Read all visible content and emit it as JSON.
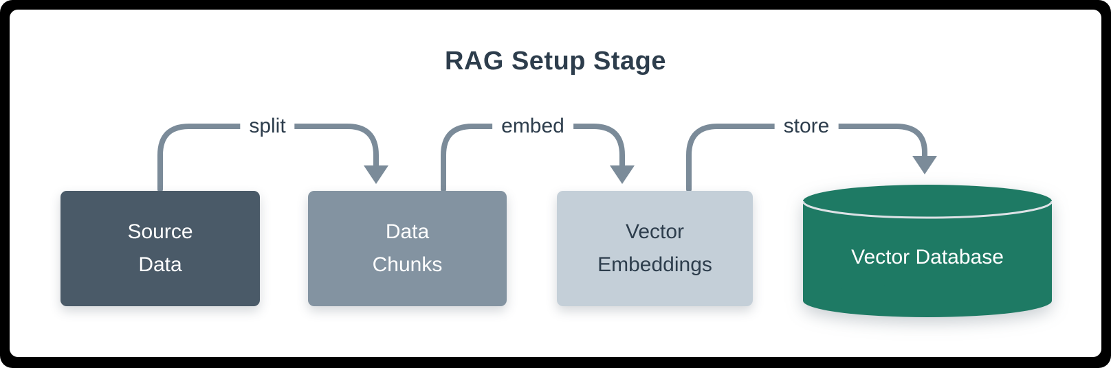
{
  "diagram": {
    "title": "RAG Setup Stage",
    "nodes": [
      {
        "id": "source-data",
        "shape": "rectangle",
        "lines": [
          "Source",
          "Data"
        ],
        "fill": "#4a5a68",
        "text_color": "#ffffff"
      },
      {
        "id": "data-chunks",
        "shape": "rectangle",
        "lines": [
          "Data",
          "Chunks"
        ],
        "fill": "#8393a1",
        "text_color": "#ffffff"
      },
      {
        "id": "vector-embeddings",
        "shape": "rectangle",
        "lines": [
          "Vector",
          "Embeddings"
        ],
        "fill": "#c4cfd8",
        "text_color": "#2d3d4c"
      },
      {
        "id": "vector-database",
        "shape": "cylinder",
        "lines": [
          "Vector Database"
        ],
        "fill": "#1e7a64",
        "text_color": "#ffffff"
      }
    ],
    "edges": [
      {
        "from": "source-data",
        "to": "data-chunks",
        "label": "split"
      },
      {
        "from": "data-chunks",
        "to": "vector-embeddings",
        "label": "embed"
      },
      {
        "from": "vector-embeddings",
        "to": "vector-database",
        "label": "store"
      }
    ],
    "colors": {
      "frame": "#000000",
      "canvas": "#ffffff",
      "arrow": "#7b8b99",
      "title_text": "#2d3d4c",
      "edge_label_text": "#2d3d4c",
      "cylinder_rim": "#dde2e6"
    }
  }
}
